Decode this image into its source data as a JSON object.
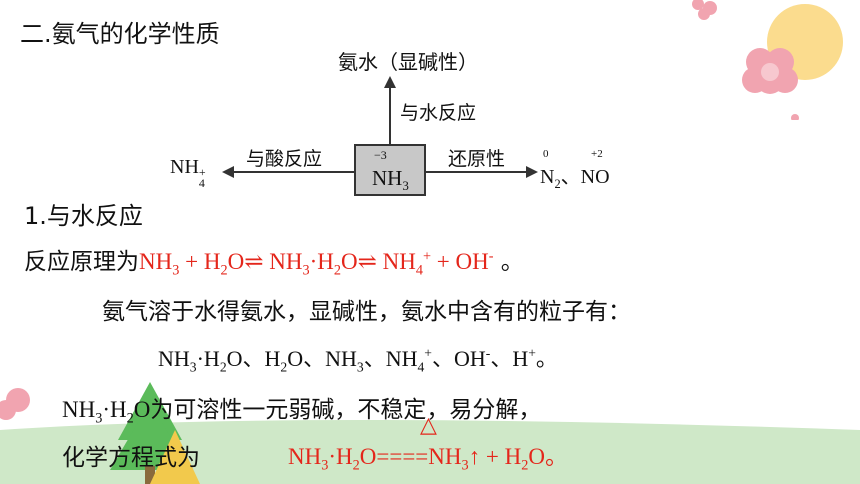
{
  "section_title": "二.氨气的化学性质",
  "diagram": {
    "center": {
      "ox": "−3",
      "formula_main": "NH",
      "formula_sub": "3"
    },
    "top_product": "氨水（显碱性）",
    "top_label": "与水反应",
    "left_label": "与酸反应",
    "left_product_main": "NH",
    "left_product_sup": "+",
    "left_product_sub": "4",
    "right_label": "还原性",
    "right_ox_n": "0",
    "right_ox_no": "+2",
    "right_product_n_main": "N",
    "right_product_n_sub": "2",
    "right_sep": "、",
    "right_product_no": "NO"
  },
  "sub_title": "1.与水反应",
  "principle": {
    "lead": "反应原理为",
    "eq": [
      "NH",
      "3",
      " + H",
      "2",
      "O⇌ NH",
      "3",
      "·H",
      "2",
      "O⇌ NH",
      "4",
      "+",
      " + OH",
      "-",
      " 。"
    ]
  },
  "sentence1": "氨气溶于水得氨水，显碱性，氨水中含有的粒子有：",
  "particles": [
    "NH",
    "3",
    "·H",
    "2",
    "O、H",
    "2",
    "O、NH",
    "3",
    "、NH",
    "4",
    "+",
    "、OH",
    "-",
    "、H",
    "+",
    "。"
  ],
  "sentence2": {
    "f_main": "NH",
    "f_sub1": "3",
    "f_mid": "·H",
    "f_sub2": "2",
    "f_end": "O",
    "text": "为可溶性一元弱碱，不稳定，易分解，"
  },
  "decomp": {
    "lead": "化学方程式为",
    "delta": "△",
    "eq": [
      "NH",
      "3",
      "·H",
      "2",
      "O====NH",
      "3",
      "↑ + H",
      "2",
      "O。"
    ]
  }
}
